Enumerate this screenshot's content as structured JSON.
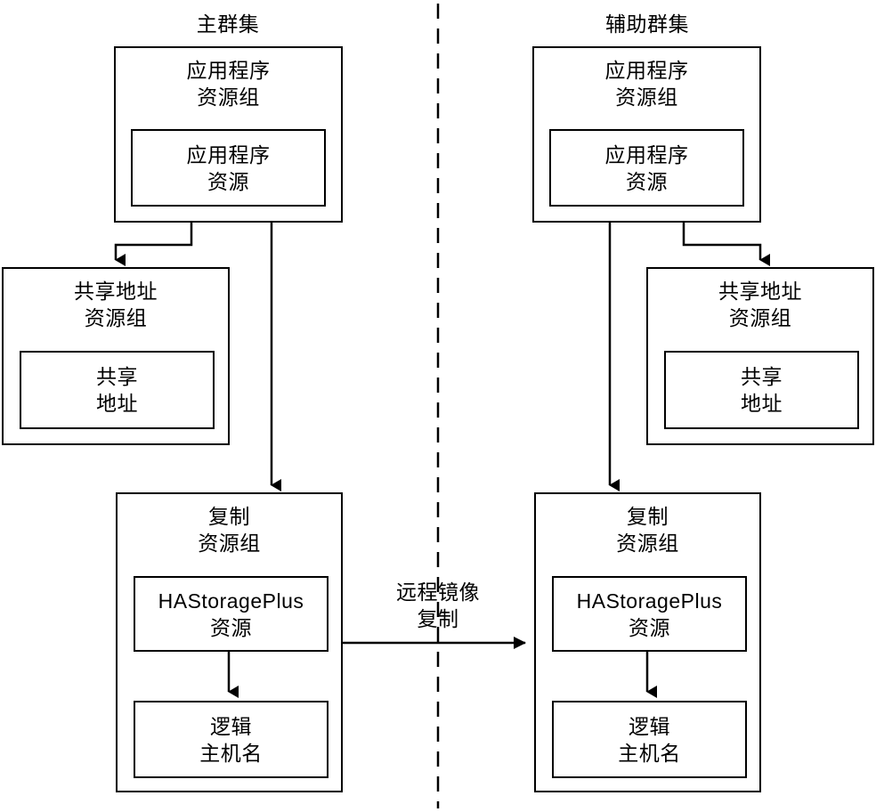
{
  "diagram": {
    "title_primary": "主群集",
    "title_secondary": "辅助群集",
    "divider": "dashed-vertical-divider",
    "colors": {
      "stroke": "#000000",
      "background": "#ffffff",
      "text": "#000000"
    },
    "edge_labels": {
      "remote_mirror": "远程镜像\n复制"
    },
    "primary": {
      "application_group": {
        "label": "应用程序\n资源组",
        "resource": "应用程序\n资源"
      },
      "shared_address_group": {
        "label": "共享地址\n资源组",
        "resource": "共享\n地址"
      },
      "replication_group": {
        "label": "复制\n资源组",
        "hastorageplus": "HAStoragePlus\n资源",
        "logical_hostname": "逻辑\n主机名"
      }
    },
    "secondary": {
      "application_group": {
        "label": "应用程序\n资源组",
        "resource": "应用程序\n资源"
      },
      "shared_address_group": {
        "label": "共享地址\n资源组",
        "resource": "共享\n地址"
      },
      "replication_group": {
        "label": "复制\n资源组",
        "hastorageplus": "HAStoragePlus\n资源",
        "logical_hostname": "逻辑\n主机名"
      }
    }
  }
}
